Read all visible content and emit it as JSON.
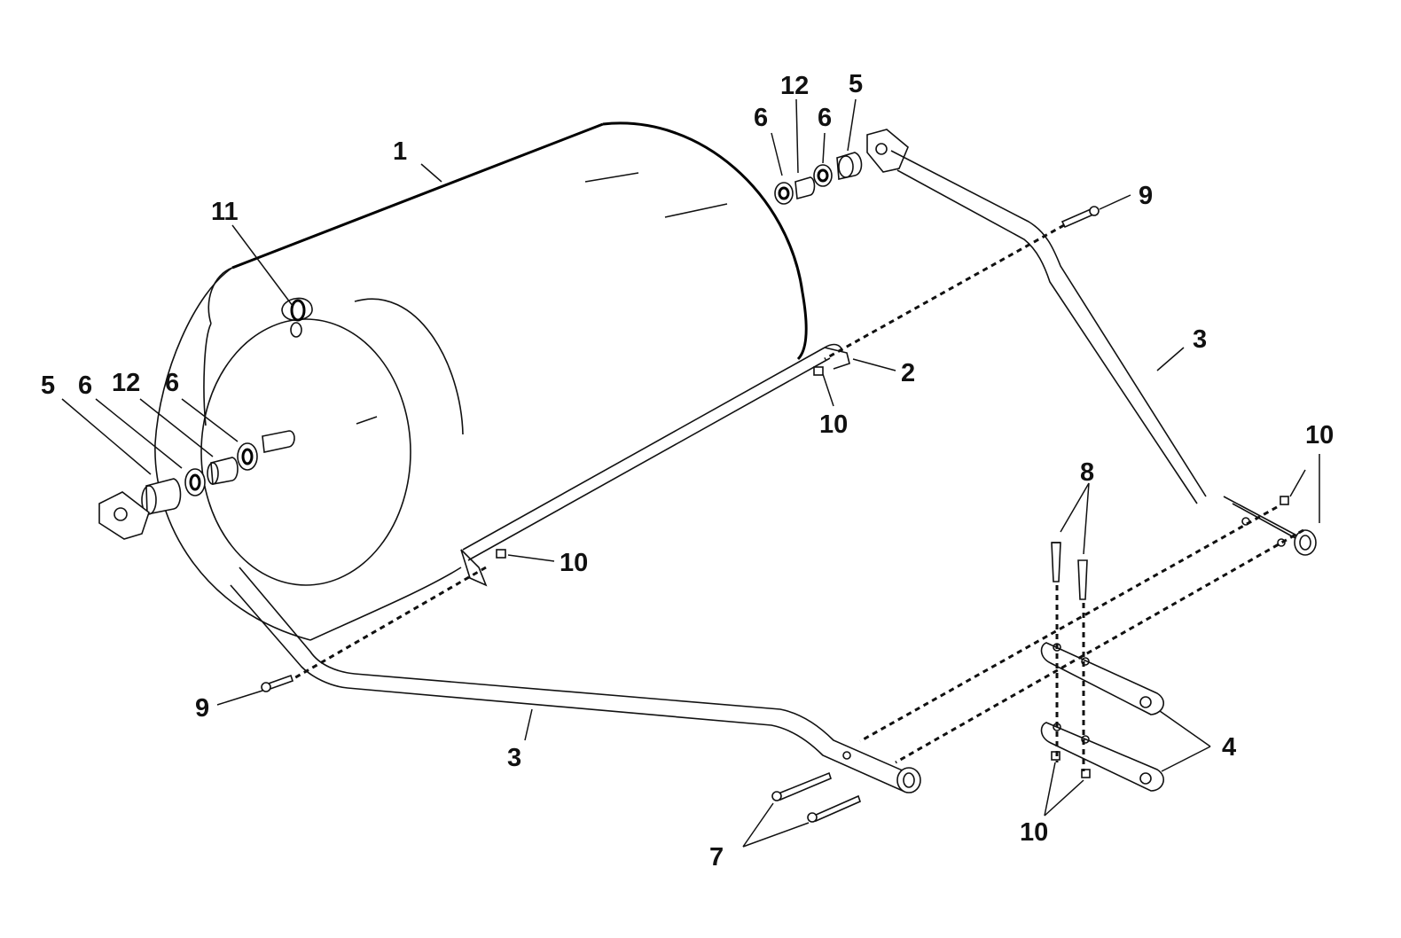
{
  "callouts": {
    "c1": "1",
    "c2": "2",
    "c3a": "3",
    "c3b": "3",
    "c4": "4",
    "c5a": "5",
    "c5b": "5",
    "c6a": "6",
    "c6b": "6",
    "c6c": "6",
    "c6d": "6",
    "c7": "7",
    "c8": "8",
    "c9a": "9",
    "c9b": "9",
    "c10a": "10",
    "c10b": "10",
    "c10c": "10",
    "c10d": "10",
    "c11": "11",
    "c12a": "12",
    "c12b": "12"
  }
}
